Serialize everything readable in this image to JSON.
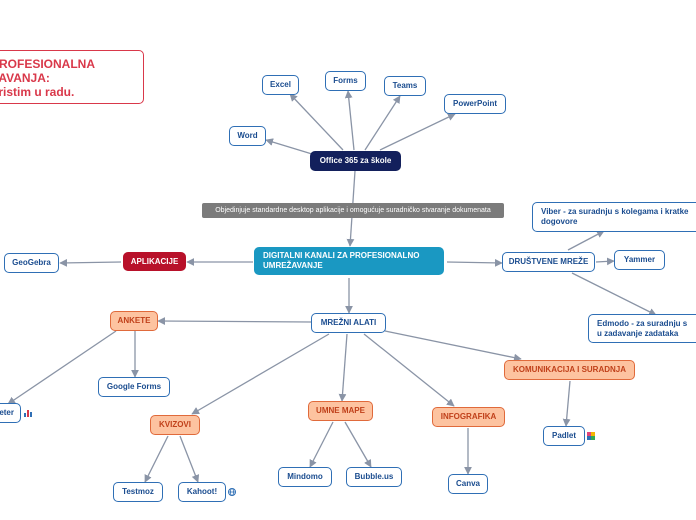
{
  "title": {
    "line1": "  PROFESIONALNA",
    "line2": "ŽAVANJA:",
    "line3": "oristim u radu."
  },
  "nodes": {
    "excel": "Excel",
    "forms": "Forms",
    "teams": "Teams",
    "powerpoint": "PowerPoint",
    "word": "Word",
    "office365": "Office 365 za škole",
    "office_note": "Objedinjuje standardne desktop aplikacije i omogućuje suradničko stvaranje dokumenata",
    "central": "DIGITALNI KANALI ZA PROFESIONALNO UMREŽAVANJE",
    "aplikacije": "APLIKACIJE",
    "geogebra": "GeoGebra",
    "drustvene": "DRUŠTVENE MREŽE",
    "viber": "Viber - za suradnju s kolegama i kratke dogovore",
    "yammer": "Yammer",
    "edmodo": "Edmodo - za suradnju s u zadavanje zadataka",
    "mrezni": "MREŽNI ALATI",
    "ankete": "ANKETE",
    "google_forms": "Google Forms",
    "mentimeter": "eter",
    "kvizovi": "KVIZOVI",
    "testmoz": "Testmoz",
    "kahoot": "Kahoot!",
    "umne_mape": "UMNE MAPE",
    "mindomo": "Mindomo",
    "bubbleus": "Bubble.us",
    "infografika": "INFOGRAFIKA",
    "canva": "Canva",
    "komunikacija": "KOMUNIKACIJA I SURADNJA",
    "padlet": "Padlet"
  },
  "icons": {
    "mentimeter": "bar-chart-icon",
    "kahoot": "globe-icon",
    "padlet": "colorful-grid-icon"
  },
  "colors": {
    "edge": "#8a94a6",
    "node_border": "#2f6fb5",
    "central": "#1a98c2",
    "office": "#13205c",
    "aplikacije": "#b8112a",
    "orange_fill": "#fdc3a0",
    "orange_border": "#e06a3b"
  }
}
